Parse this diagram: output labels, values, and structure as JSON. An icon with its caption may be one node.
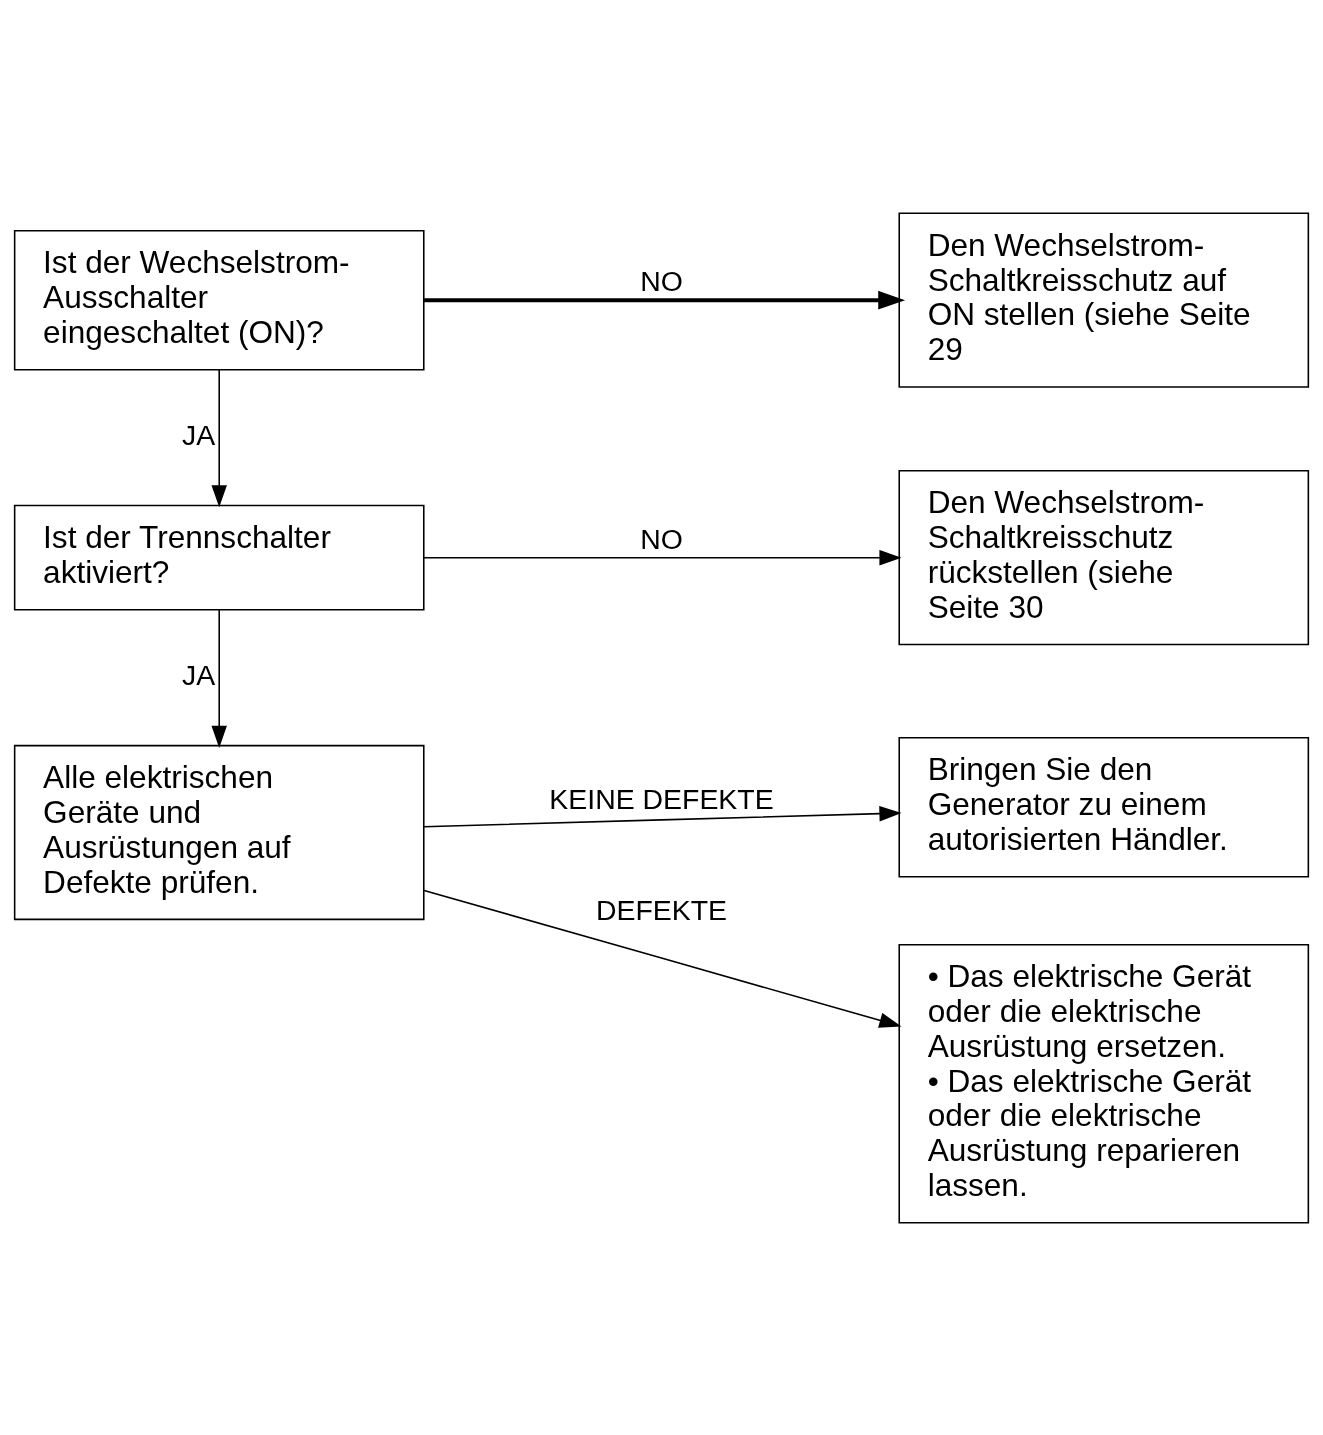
{
  "diagram": {
    "nodes": [
      {
        "text": [
          "Ist der Wechselstrom-Ausschalter eingeschaltet (ON)?"
        ]
      },
      {
        "text": [
          "Den Wechselstrom-Schaltkreisschutz auf ON stellen (siehe Seite 29"
        ]
      },
      {
        "text": [
          "Ist der Trennschalter aktiviert?"
        ]
      },
      {
        "text": [
          "Den Wechselstrom-Schaltkreisschutz rückstellen (siehe Seite 30"
        ]
      },
      {
        "text": [
          "Alle elektrischen Geräte und Ausrüstungen auf Defekte prüfen."
        ]
      },
      {
        "text": [
          "Bringen Sie den Generator zu einem autorisierten Händler."
        ]
      },
      {
        "text": [
          "• Das elektrische Gerät oder die elektrische Ausrüstung ersetzen.",
          "• Das elektrische Gerät oder die elektrische Ausrüstung reparieren lassen."
        ]
      }
    ],
    "edges": [
      {
        "from": 0,
        "to": 1,
        "arrow": "to",
        "label": "NO",
        "style": "thick"
      },
      {
        "from": 0,
        "to": 2,
        "arrow": "to",
        "label": "JA"
      },
      {
        "from": 2,
        "to": 3,
        "arrow": "to",
        "label": "NO"
      },
      {
        "from": 2,
        "to": 4,
        "arrow": "to",
        "label": "JA"
      },
      {
        "from": 4,
        "to": 5,
        "arrow": "to",
        "label": "KEINE DEFEKTE"
      },
      {
        "from": 4,
        "to": 6,
        "arrow": "to",
        "label": "DEFEKTE"
      }
    ]
  }
}
